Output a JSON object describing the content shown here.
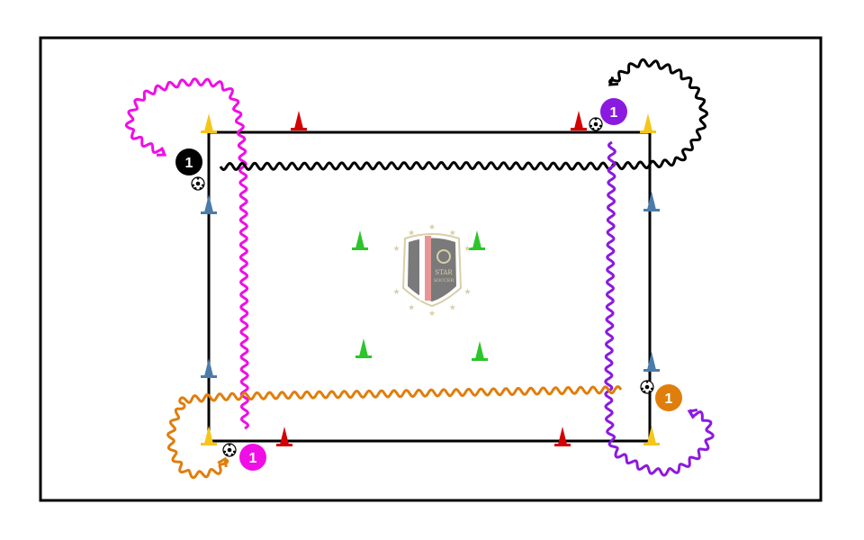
{
  "diagram": {
    "logo_text": [
      "STAR",
      "SOCCER"
    ],
    "players": [
      {
        "label": "1",
        "color": "#000000",
        "team": "black"
      },
      {
        "label": "1",
        "color": "#8b1ae0",
        "team": "purple"
      },
      {
        "label": "1",
        "color": "#e07e0c",
        "team": "orange"
      },
      {
        "label": "1",
        "color": "#f00ee6",
        "team": "magenta"
      }
    ],
    "colors": {
      "cone_yellow": "#f5c51a",
      "cone_red": "#d40000",
      "cone_blue": "#4a7bab",
      "cone_green": "#2cc52c",
      "dribble_magenta": "#f00ee6",
      "dribble_black": "#000000",
      "dribble_purple": "#8b1ae0",
      "dribble_orange": "#e07e0c"
    }
  }
}
